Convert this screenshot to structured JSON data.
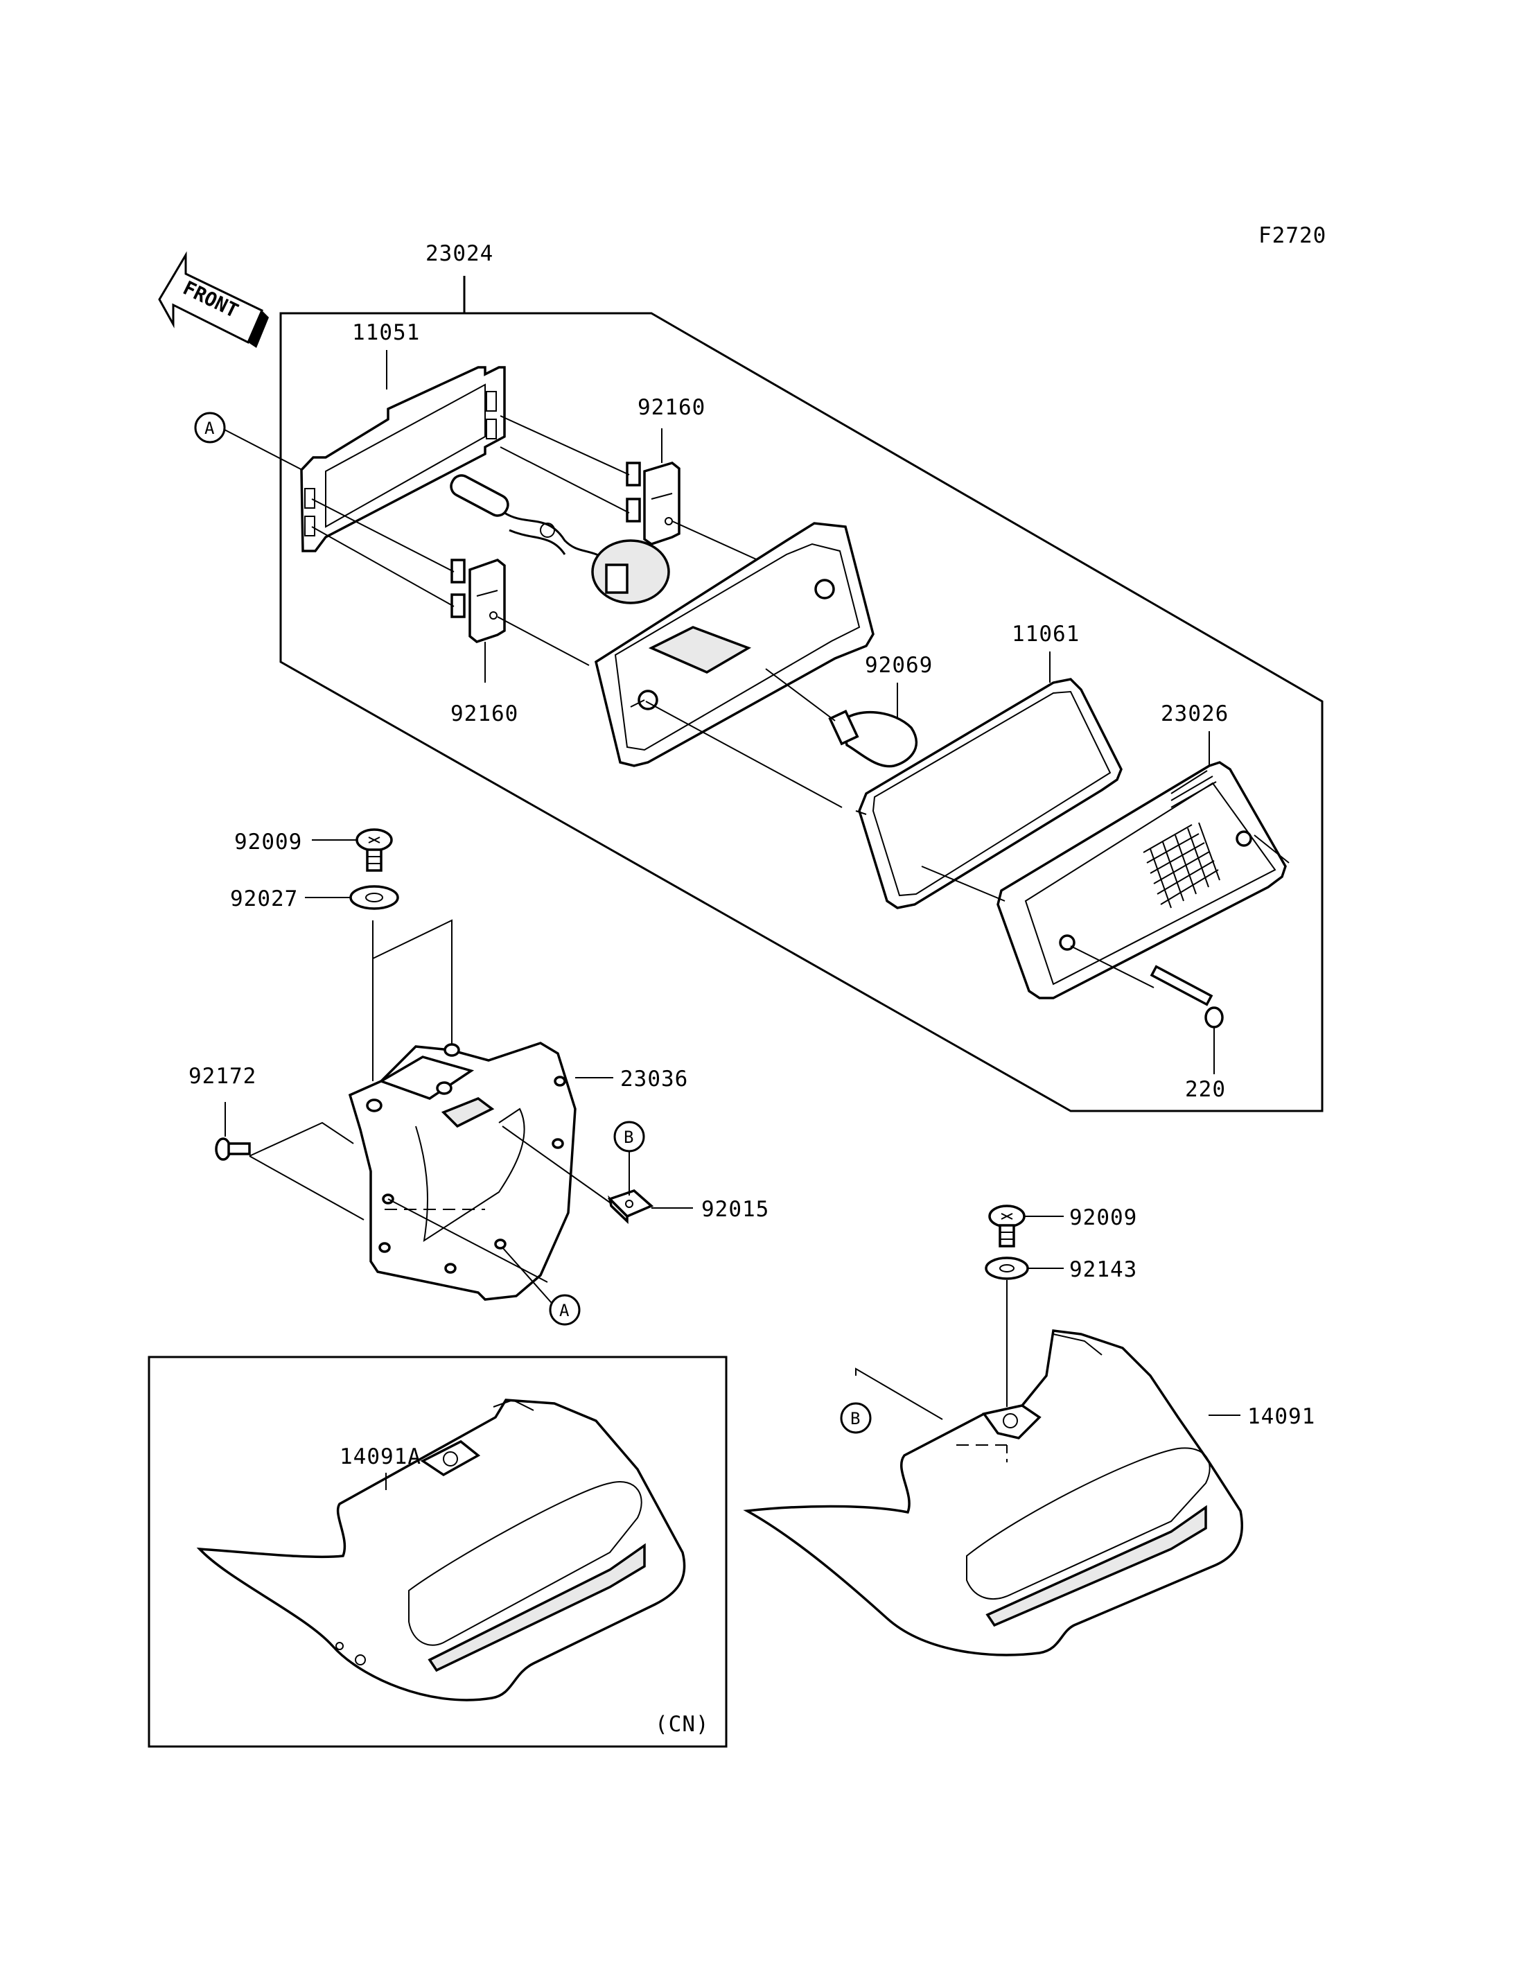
{
  "figure_code": "F2720",
  "front_label": "FRONT",
  "parts": {
    "p23024": "23024",
    "p11051": "11051",
    "p92160_top": "92160",
    "p92160_bottom": "92160",
    "p92069": "92069",
    "p11061": "11061",
    "p23026": "23026",
    "p92009_left": "92009",
    "p92027": "92027",
    "p92172": "92172",
    "p23036": "23036",
    "p92015": "92015",
    "p220": "220",
    "p92009_right": "92009",
    "p92143": "92143",
    "p14091": "14091",
    "p14091A": "14091A"
  },
  "references": {
    "ref_a_top": "A",
    "ref_a_bottom": "A",
    "ref_b_top": "B",
    "ref_b_bottom": "B"
  },
  "inset_note": "(CN)"
}
